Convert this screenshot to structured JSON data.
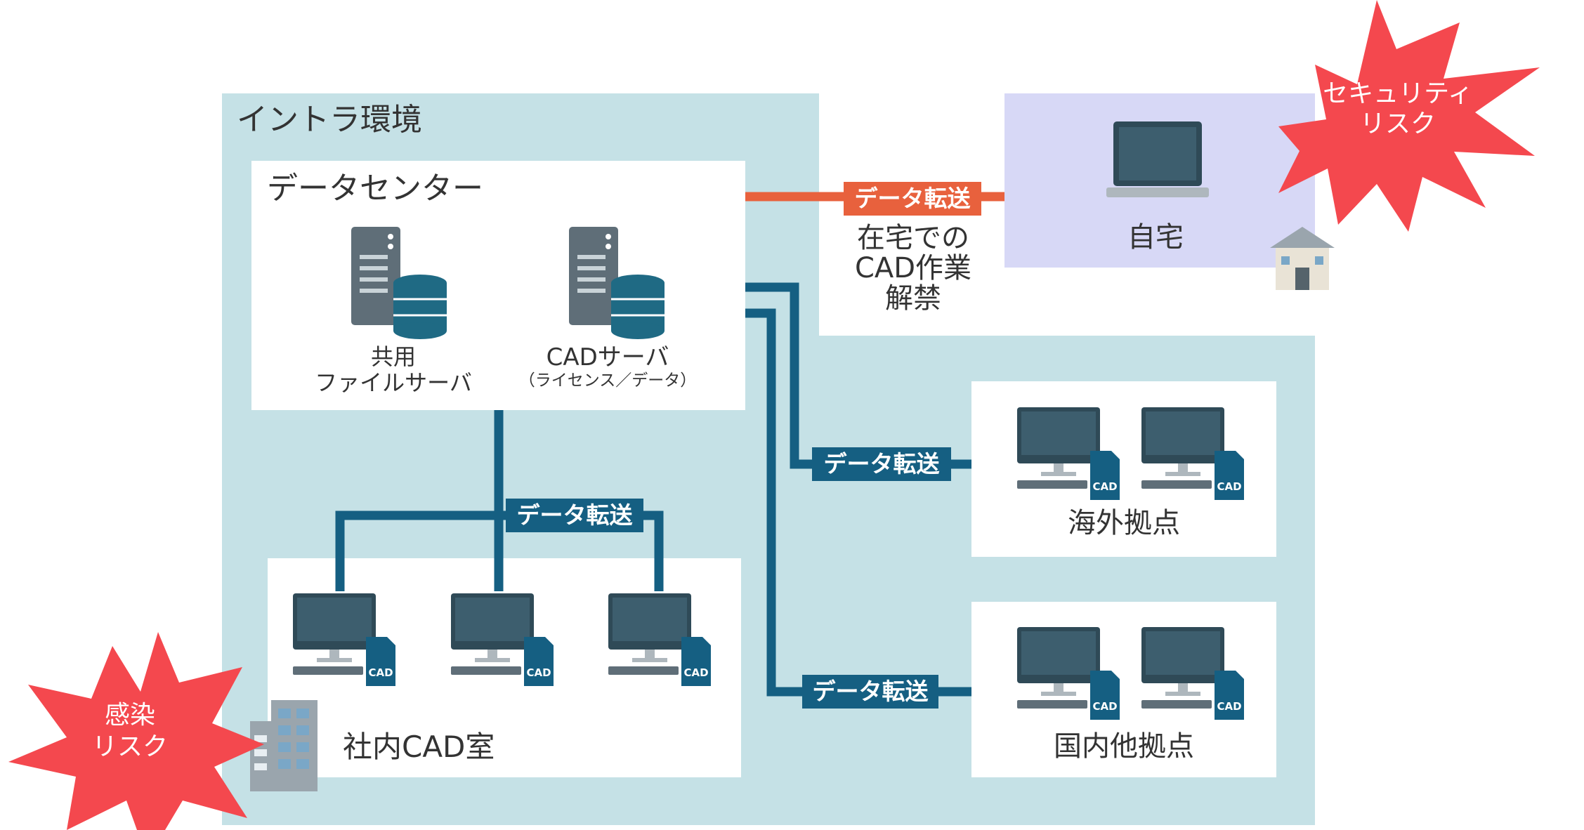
{
  "intranet": {
    "title": "イントラ環境"
  },
  "datacenter": {
    "title": "データセンター",
    "shared_server": {
      "line1": "共用",
      "line2": "ファイルサーバ"
    },
    "cad_server": {
      "line1": "CADサーバ",
      "line2": "（ライセンス／データ）"
    }
  },
  "home": {
    "title": "自宅",
    "note_lines": [
      "在宅での",
      "CAD作業",
      "解禁"
    ]
  },
  "overseas": {
    "title": "海外拠点"
  },
  "domestic": {
    "title": "国内他拠点"
  },
  "cad_room": {
    "title": "社内CAD室"
  },
  "transfer_label": "データ転送",
  "cad_tag": "CAD",
  "burst_security": {
    "line1": "セキュリティ",
    "line2": "リスク"
  },
  "burst_infection": {
    "line1": "感染",
    "line2": "リスク"
  },
  "colors": {
    "intranet_bg": "#c5e1e6",
    "home_bg": "#d7d8f6",
    "line_dark": "#155f82",
    "line_orange": "#e8613d",
    "burst_red": "#f4484e",
    "monitor": "#2f4a57"
  }
}
